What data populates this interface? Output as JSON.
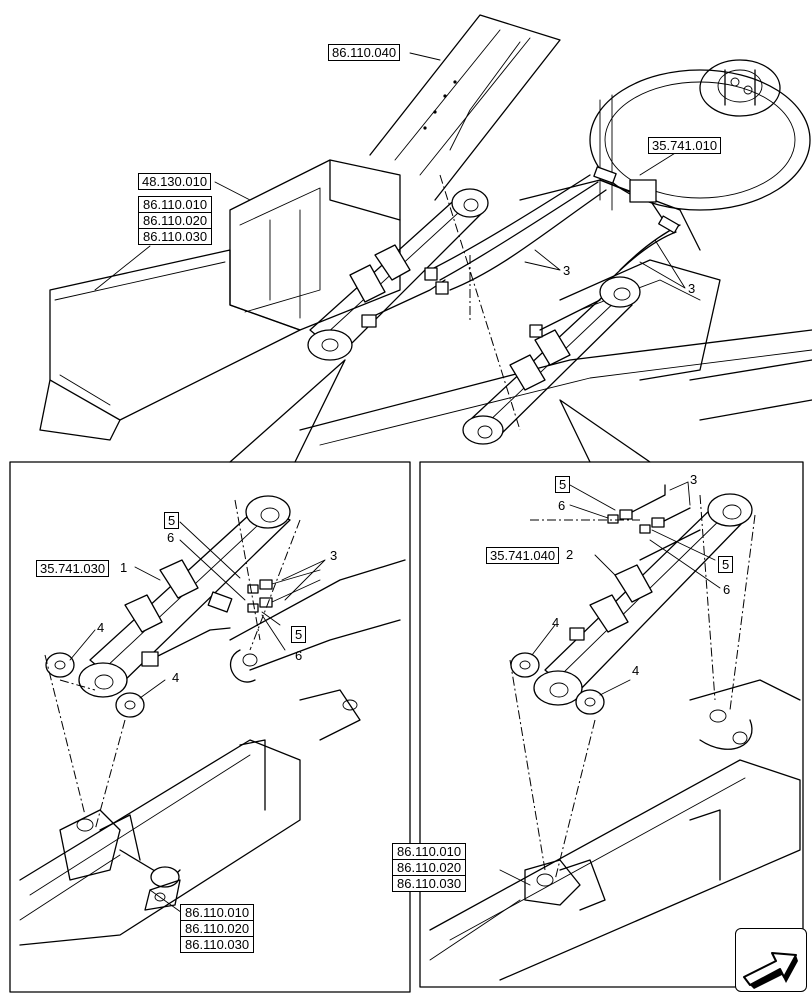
{
  "refs": {
    "r_86_110_040": "86.110.040",
    "r_48_130_010": "48.130.010",
    "r_35_741_010": "35.741.010",
    "r_35_741_030": "35.741.030",
    "r_35_741_040": "35.741.040",
    "stack_top": [
      "86.110.010",
      "86.110.020",
      "86.110.030"
    ],
    "stack_left_panel": [
      "86.110.010",
      "86.110.020",
      "86.110.030"
    ],
    "stack_right_panel": [
      "86.110.010",
      "86.110.020",
      "86.110.030"
    ]
  },
  "callouts": {
    "n1": "1",
    "n2": "2",
    "n3a": "3",
    "n3b": "3",
    "n3c": "3",
    "n3d": "3",
    "n4a": "4",
    "n4b": "4",
    "n4c": "4",
    "n4d": "4",
    "n5a": "5",
    "n5b": "5",
    "n5c": "5",
    "n5d": "5",
    "n6a": "6",
    "n6b": "6",
    "n6c": "6",
    "n6d": "6"
  },
  "nav": {
    "icon": "next-page-arrow-icon"
  }
}
